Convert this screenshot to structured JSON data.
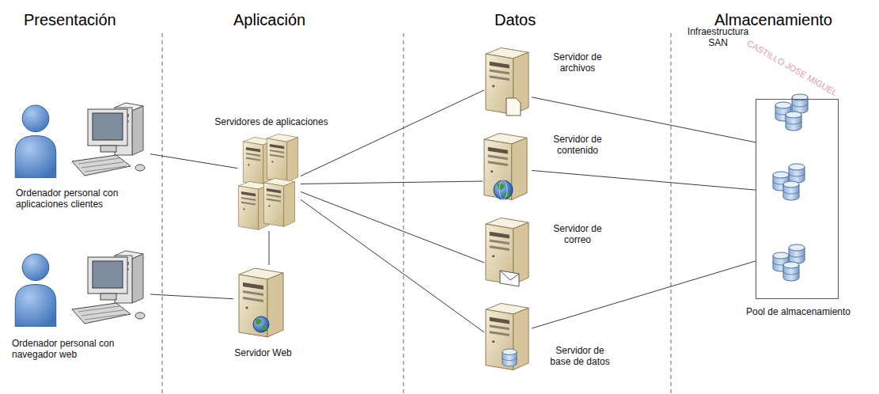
{
  "diagram": {
    "nodes": [
      {
        "text": [
          "Ordenador personal con aplicaciones clientes"
        ]
      },
      {
        "text": [
          "Ordenador personal con navegador web"
        ]
      },
      {
        "text": [
          "Servidores de aplicaciones"
        ]
      },
      {
        "text": [
          "Servidor Web"
        ]
      },
      {
        "text": [
          "Servidor de archivos"
        ]
      },
      {
        "text": [
          "Servidor de contenido"
        ]
      },
      {
        "text": [
          "Servidor de correo"
        ]
      },
      {
        "text": [
          "Servidor de base de datos"
        ]
      },
      {
        "text": [
          "Infraestructura SAN",
          "Pool de almacenamiento"
        ]
      }
    ],
    "edges": [
      {
        "from": 0,
        "to": 2,
        "arrow": "none"
      },
      {
        "from": 1,
        "to": 3,
        "arrow": "none"
      },
      {
        "from": 2,
        "to": 3,
        "arrow": "none"
      },
      {
        "from": 2,
        "to": 4,
        "arrow": "none"
      },
      {
        "from": 2,
        "to": 5,
        "arrow": "none"
      },
      {
        "from": 2,
        "to": 6,
        "arrow": "none"
      },
      {
        "from": 2,
        "to": 7,
        "arrow": "none"
      },
      {
        "from": 4,
        "to": 8,
        "arrow": "none"
      },
      {
        "from": 5,
        "to": 8,
        "arrow": "none"
      },
      {
        "from": 7,
        "to": 8,
        "arrow": "none"
      }
    ],
    "labels": [
      "Presentación",
      "Aplicación",
      "Datos",
      "Almacenamiento",
      "CASTILLO JOSE MIGUEL"
    ]
  }
}
